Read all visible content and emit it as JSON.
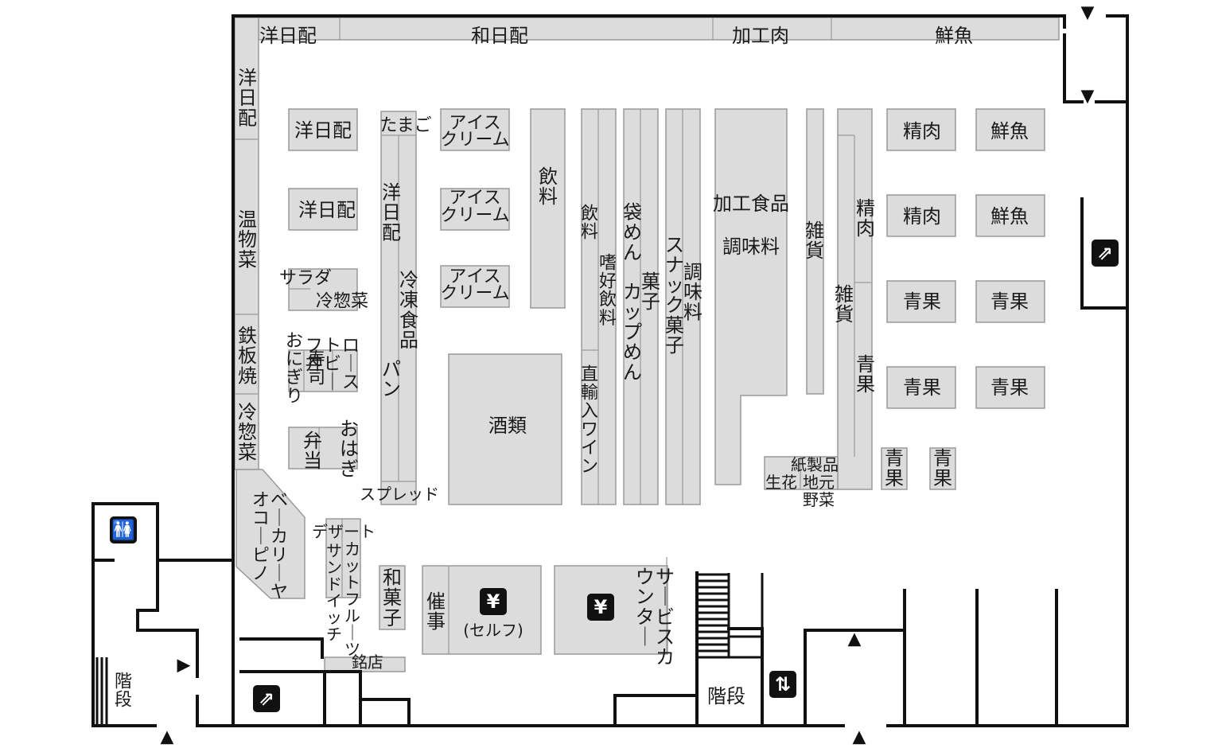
{
  "zones": [
    {
      "id": "z1",
      "text": "洋日配",
      "vertical": false,
      "size": 24
    },
    {
      "id": "z2",
      "text": "和日配",
      "vertical": false,
      "size": 24
    },
    {
      "id": "z3",
      "text": "加工肉",
      "vertical": false,
      "size": 24
    },
    {
      "id": "z4",
      "text": "鮮魚",
      "vertical": false,
      "size": 24
    },
    {
      "id": "z5",
      "text": "洋日配",
      "vertical": true,
      "size": 24
    },
    {
      "id": "z6",
      "text": "温物菜",
      "vertical": true,
      "size": 24
    },
    {
      "id": "z7",
      "text": "鉄板焼",
      "vertical": true,
      "size": 24
    },
    {
      "id": "z8",
      "text": "冷惣菜",
      "vertical": true,
      "size": 24
    },
    {
      "id": "z9",
      "text": "洋日配",
      "vertical": false,
      "size": 24
    },
    {
      "id": "z10",
      "text": "洋日配",
      "vertical": false,
      "size": 24
    },
    {
      "id": "z11",
      "text": "たまご",
      "vertical": false,
      "size": 22
    },
    {
      "id": "z12",
      "text": "洋日配",
      "vertical": true,
      "size": 24
    },
    {
      "id": "z13",
      "text": "冷凍食品",
      "vertical": true,
      "size": 24
    },
    {
      "id": "z14",
      "text": "パン",
      "vertical": true,
      "size": 24
    },
    {
      "id": "z15",
      "text": "スプレッド",
      "vertical": false,
      "size": 20
    },
    {
      "id": "z16",
      "text": "アイス",
      "vertical": false,
      "size": 22
    },
    {
      "id": "z17",
      "text": "クリーム",
      "vertical": false,
      "size": 22
    },
    {
      "id": "z18",
      "text": "アイス",
      "vertical": false,
      "size": 22
    },
    {
      "id": "z19",
      "text": "クリーム",
      "vertical": false,
      "size": 22
    },
    {
      "id": "z20",
      "text": "アイス",
      "vertical": false,
      "size": 22
    },
    {
      "id": "z21",
      "text": "クリーム",
      "vertical": false,
      "size": 22
    },
    {
      "id": "z22",
      "text": "飲料",
      "vertical": true,
      "size": 24
    },
    {
      "id": "z23",
      "text": "酒類",
      "vertical": false,
      "size": 24
    },
    {
      "id": "z24",
      "text": "飲料",
      "vertical": true,
      "size": 22
    },
    {
      "id": "z25",
      "text": "嗜好飲料",
      "vertical": true,
      "size": 22
    },
    {
      "id": "z26",
      "text": "直輸入ワイン",
      "vertical": true,
      "size": 22
    },
    {
      "id": "z27",
      "text": "袋めん",
      "vertical": true,
      "size": 24
    },
    {
      "id": "z28",
      "text": "カップめん",
      "vertical": true,
      "size": 24
    },
    {
      "id": "z29",
      "text": "菓子",
      "vertical": true,
      "size": 24
    },
    {
      "id": "z30",
      "text": "スナック菓子",
      "vertical": true,
      "size": 24
    },
    {
      "id": "z31",
      "text": "調味料",
      "vertical": true,
      "size": 24
    },
    {
      "id": "z32",
      "text": "加工食品",
      "vertical": false,
      "size": 24
    },
    {
      "id": "z33",
      "text": "調味料",
      "vertical": false,
      "size": 24
    },
    {
      "id": "z34",
      "text": "雑貨",
      "vertical": true,
      "size": 24
    },
    {
      "id": "z35",
      "text": "精肉",
      "vertical": true,
      "size": 24
    },
    {
      "id": "z36",
      "text": "雑貨",
      "vertical": true,
      "size": 24
    },
    {
      "id": "z37",
      "text": "青果",
      "vertical": true,
      "size": 24
    },
    {
      "id": "z38",
      "text": "紙製品",
      "vertical": false,
      "size": 20
    },
    {
      "id": "z39",
      "text": "生花",
      "vertical": false,
      "size": 20
    },
    {
      "id": "z40",
      "text": "地元",
      "vertical": false,
      "size": 20
    },
    {
      "id": "z41",
      "text": "野菜",
      "vertical": false,
      "size": 20
    },
    {
      "id": "z42",
      "text": "精肉",
      "vertical": false,
      "size": 24
    },
    {
      "id": "z43",
      "text": "精肉",
      "vertical": false,
      "size": 24
    },
    {
      "id": "z44",
      "text": "青果",
      "vertical": false,
      "size": 24
    },
    {
      "id": "z45",
      "text": "青果",
      "vertical": false,
      "size": 24
    },
    {
      "id": "z46",
      "text": "鮮魚",
      "vertical": false,
      "size": 24
    },
    {
      "id": "z47",
      "text": "鮮魚",
      "vertical": false,
      "size": 24
    },
    {
      "id": "z48",
      "text": "青果",
      "vertical": false,
      "size": 24
    },
    {
      "id": "z49",
      "text": "青果",
      "vertical": false,
      "size": 24
    },
    {
      "id": "z50",
      "text": "青果",
      "vertical": true,
      "size": 24
    },
    {
      "id": "z51",
      "text": "青果",
      "vertical": true,
      "size": 24
    },
    {
      "id": "z52",
      "text": "サラダ",
      "vertical": false,
      "size": 22
    },
    {
      "id": "z53",
      "text": "冷惣菜",
      "vertical": false,
      "size": 22
    },
    {
      "id": "z54",
      "text": "おにぎり",
      "vertical": true,
      "size": 22
    },
    {
      "id": "z55",
      "text": "寿司",
      "vertical": true,
      "size": 22
    },
    {
      "id": "z56",
      "text": "ローストビーフ丼",
      "vertical": true,
      "size": 22,
      "cols": 3
    },
    {
      "id": "z57",
      "text": "弁当",
      "vertical": true,
      "size": 24
    },
    {
      "id": "z58",
      "text": "おはぎ",
      "vertical": true,
      "size": 24
    },
    {
      "id": "z59",
      "text": "ベーカリーヤオコーピノ",
      "vertical": true,
      "size": 22,
      "cols": 2
    },
    {
      "id": "z60",
      "text": "デザート",
      "vertical": false,
      "size": 20
    },
    {
      "id": "z61",
      "text": "サンドイッチ",
      "vertical": true,
      "size": 20
    },
    {
      "id": "z62",
      "text": "カットフルーツ",
      "vertical": true,
      "size": 20
    },
    {
      "id": "z63",
      "text": "和菓子",
      "vertical": true,
      "size": 24
    },
    {
      "id": "z64",
      "text": "銘店",
      "vertical": false,
      "size": 20
    },
    {
      "id": "z65",
      "text": "催事",
      "vertical": true,
      "size": 24
    },
    {
      "id": "z66",
      "text": "(セルフ)",
      "vertical": false,
      "size": 20
    },
    {
      "id": "z67",
      "text": "サービスカウンター",
      "vertical": true,
      "size": 24,
      "cols": 2
    },
    {
      "id": "z68",
      "text": "階段",
      "vertical": true,
      "size": 22
    },
    {
      "id": "z69",
      "text": "階段",
      "vertical": false,
      "size": 24
    }
  ],
  "icons": [
    {
      "name": "toilet-icon",
      "glyph": "🚻"
    },
    {
      "name": "escalator-icon",
      "glyph": "⇗"
    },
    {
      "name": "escalator-icon",
      "glyph": "⇗"
    },
    {
      "name": "elevator-icon",
      "glyph": "⇅"
    },
    {
      "name": "atm-yen-icon",
      "glyph": "¥"
    },
    {
      "name": "atm-yen-icon",
      "glyph": "¥"
    },
    {
      "name": "entrance-arrow-icon",
      "glyph": "▲"
    },
    {
      "name": "entrance-arrow-icon",
      "glyph": "▲"
    },
    {
      "name": "entrance-arrow-icon",
      "glyph": "▲"
    },
    {
      "name": "entrance-arrow-icon",
      "glyph": "▶"
    },
    {
      "name": "entrance-arrow-icon",
      "glyph": "▼"
    },
    {
      "name": "entrance-arrow-icon",
      "glyph": "▼"
    }
  ],
  "colors": {
    "shelf": "#dcdcdc",
    "shelf_border": "#9a9a9a",
    "wall": "#111111",
    "text": "#1a1a1a"
  }
}
